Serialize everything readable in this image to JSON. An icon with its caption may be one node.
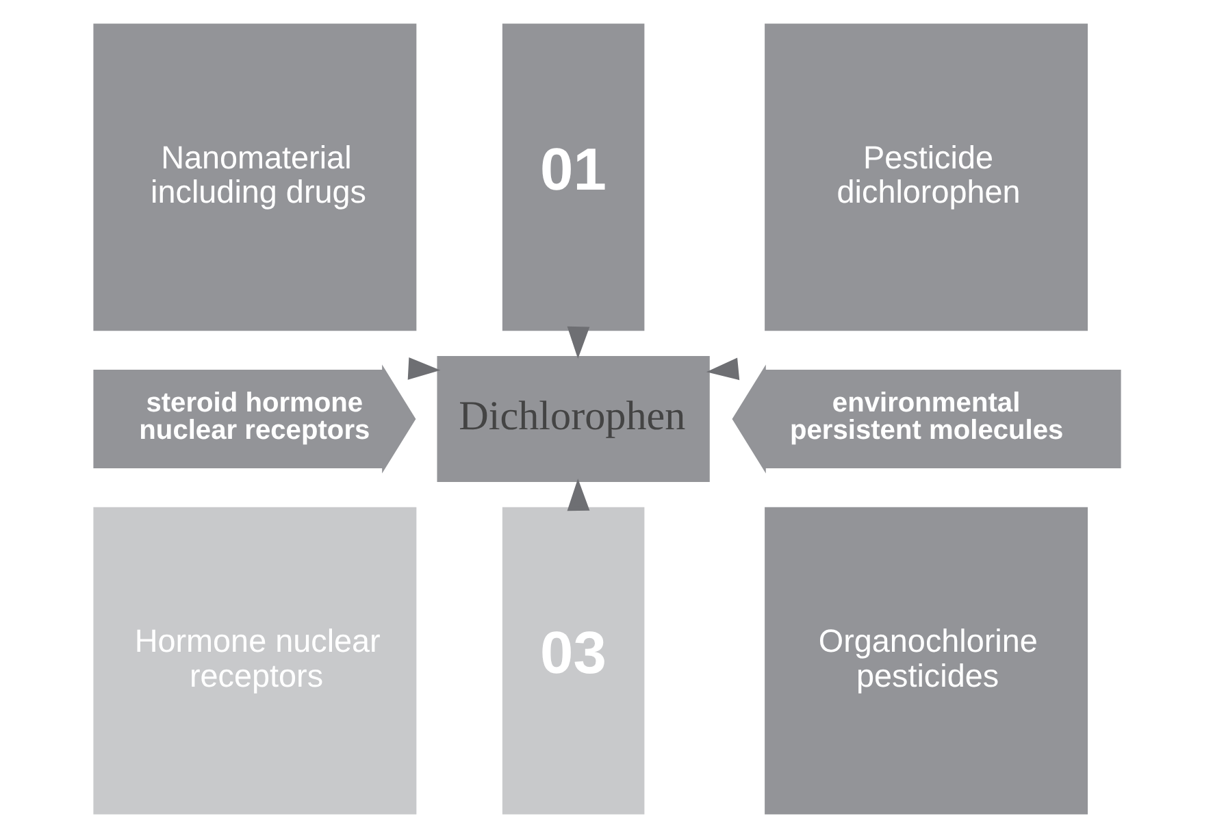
{
  "diagram": {
    "nodes": [
      {
        "text": [
          "Nanomaterial including drugs"
        ]
      },
      {
        "text": [
          "01"
        ]
      },
      {
        "text": [
          "Pesticide dichlorophen"
        ]
      },
      {
        "text": [
          "steroid hormone nuclear receptors"
        ]
      },
      {
        "text": [
          "Dichlorophen"
        ]
      },
      {
        "text": [
          "environmental persistent molecules"
        ]
      },
      {
        "text": [
          "Hormone nuclear receptors"
        ]
      },
      {
        "text": [
          "03"
        ]
      },
      {
        "text": [
          "Organochlorine pesticides"
        ]
      }
    ],
    "edges": [
      {
        "from": 1,
        "to": 4,
        "arrow": "to"
      },
      {
        "from": 3,
        "to": 4,
        "arrow": "to"
      },
      {
        "from": 5,
        "to": 4,
        "arrow": "to"
      },
      {
        "from": 7,
        "to": 4,
        "arrow": "to"
      }
    ]
  }
}
